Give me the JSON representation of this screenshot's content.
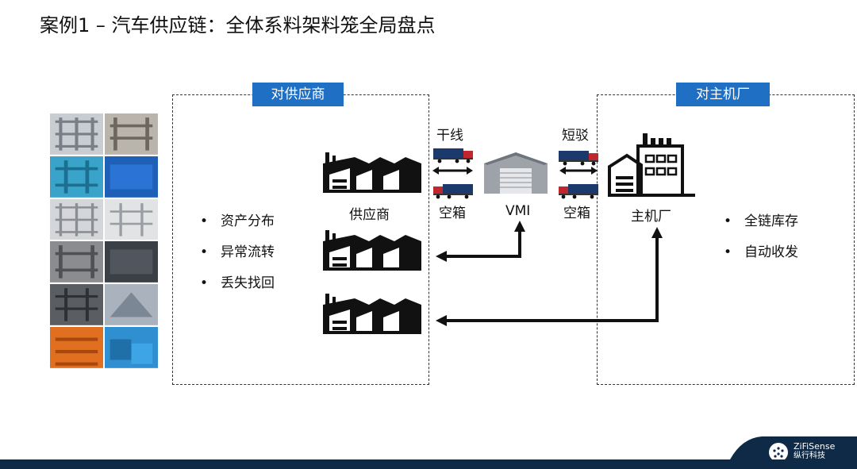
{
  "title": "案例1 – 汽车供应链：全体系料架料笼全局盘点",
  "left_panel": {
    "tag": "对供应商",
    "bullets": [
      "资产分布",
      "异常流转",
      "丢失找回"
    ]
  },
  "right_panel": {
    "tag": "对主机厂",
    "bullets": [
      "全链库存",
      "自动收发"
    ]
  },
  "flow": {
    "supplier_label": "供应商",
    "trunk_label": "干线",
    "empty_box_label_1": "空箱",
    "vmi_label": "VMI",
    "short_haul_label": "短驳",
    "empty_box_label_2": "空箱",
    "oem_label": "主机厂"
  },
  "logo": {
    "name": "ZiFiSense",
    "subtitle": "纵行科技"
  },
  "colors": {
    "tag_blue": "#1f6fc5",
    "truck_blue": "#1b3a6b",
    "truck_red": "#c0262d",
    "footer_navy": "#0e2a47"
  }
}
